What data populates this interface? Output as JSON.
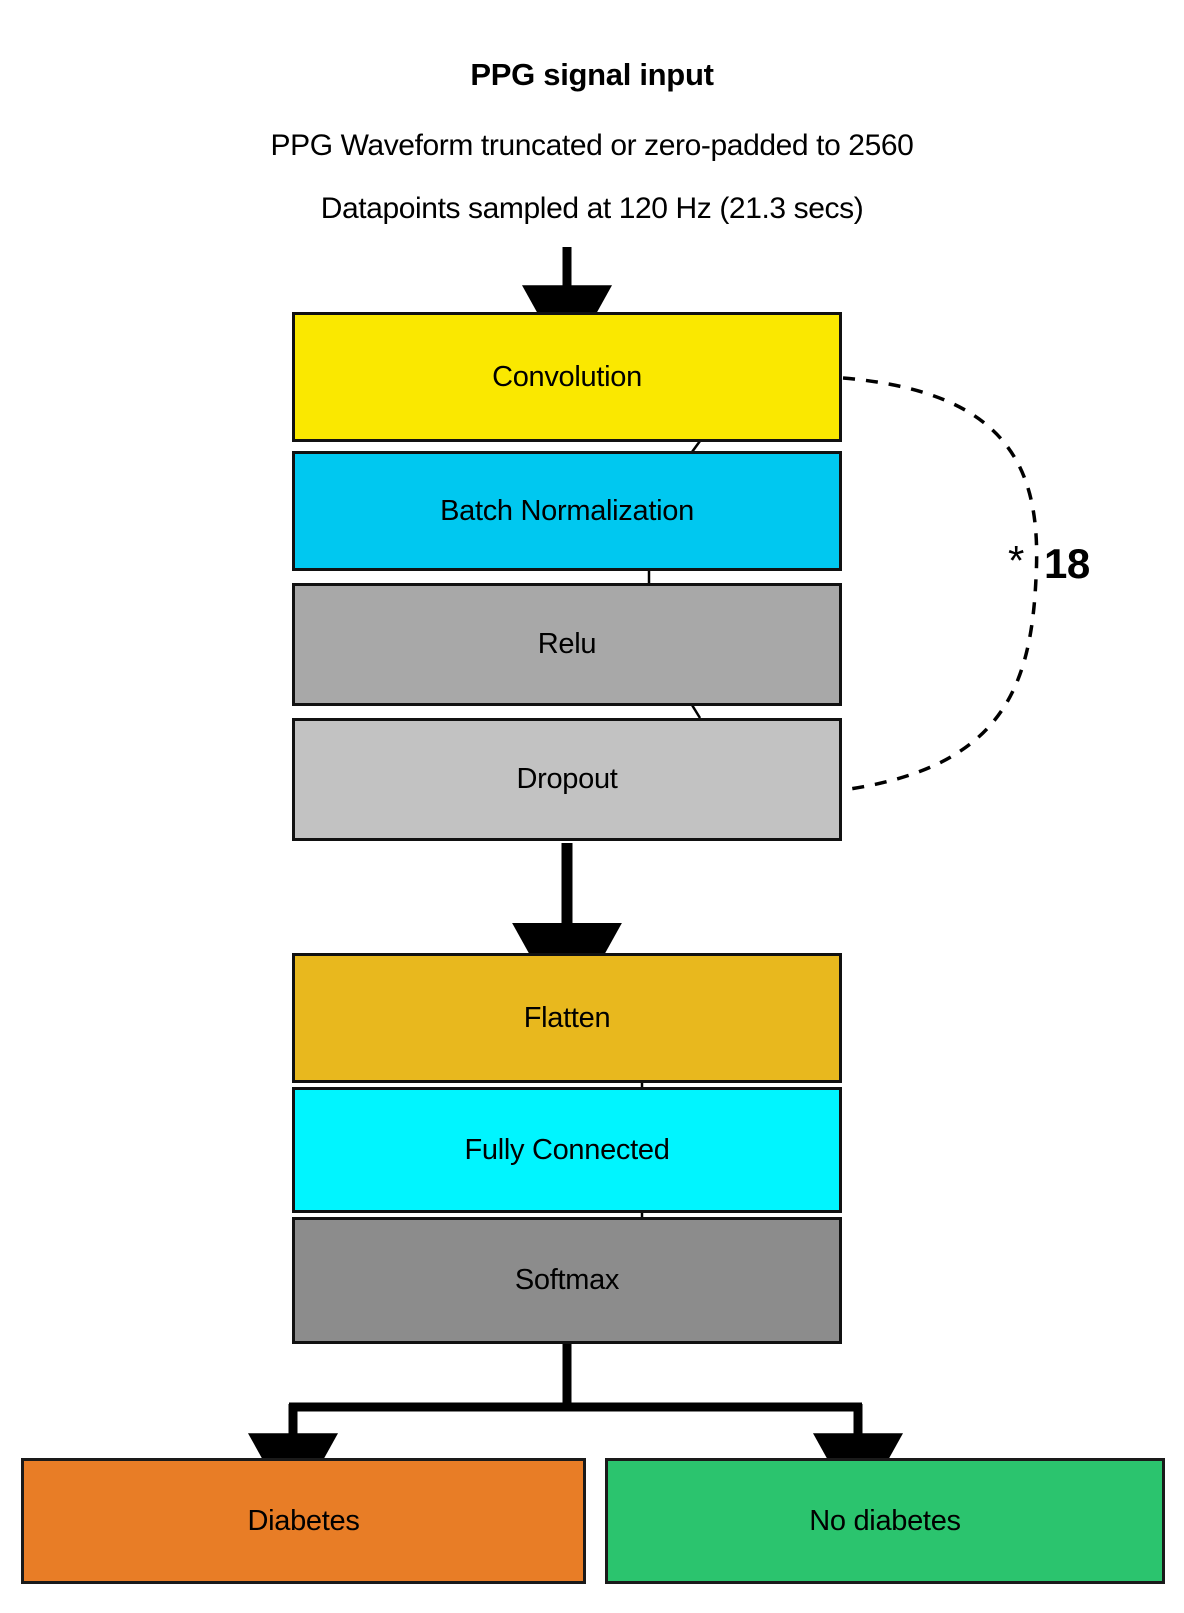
{
  "header": {
    "title": "PPG signal input",
    "subtitle_line1": "PPG Waveform truncated or zero-padded to 2560",
    "subtitle_line2": "Datapoints sampled at 120 Hz (21.3 secs)"
  },
  "annotation": {
    "multiplier_symbol": "*",
    "multiplier_count": "18"
  },
  "layers": [
    {
      "id": "convolution",
      "label": "Convolution",
      "color": "#FAE800"
    },
    {
      "id": "batchnorm",
      "label": "Batch Normalization",
      "color": "#00C8F0"
    },
    {
      "id": "relu",
      "label": "Relu",
      "color": "#A8A8A8"
    },
    {
      "id": "dropout",
      "label": "Dropout",
      "color": "#C2C2C2"
    },
    {
      "id": "flatten",
      "label": "Flatten",
      "color": "#E8B81E"
    },
    {
      "id": "fullyconnected",
      "label": "Fully Connected",
      "color": "#00F5FF"
    },
    {
      "id": "softmax",
      "label": "Softmax",
      "color": "#8C8C8C"
    }
  ],
  "outputs": [
    {
      "id": "diabetes",
      "label": "Diabetes",
      "color": "#E87D26"
    },
    {
      "id": "no-diabetes",
      "label": "No diabetes",
      "color": "#2BC46E"
    }
  ]
}
